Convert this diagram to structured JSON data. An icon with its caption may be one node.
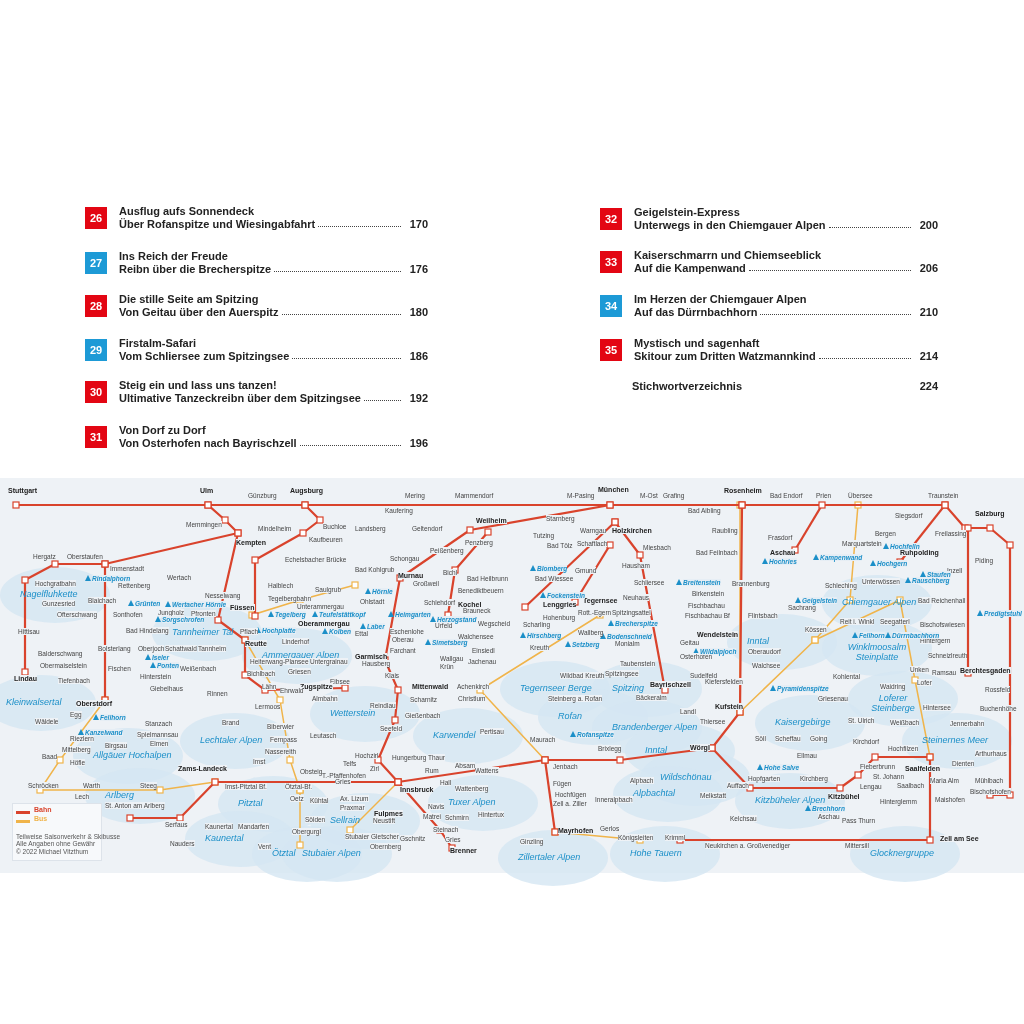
{
  "diagram": {
    "nodes": [
      {
        "text": [
          "26"
        ],
        "beside": [
          "Ausflug aufs Sonnendeck",
          "Über Rofanspitze und Wiesingabfahrt"
        ]
      },
      {
        "text": [
          "27"
        ],
        "beside": [
          "Ins Reich der Freude",
          "Reibn über die Brecherspitze"
        ]
      },
      {
        "text": [
          "28"
        ],
        "beside": [
          "Die stille Seite am Spitzing",
          "Von Geitau über den Auerspitz"
        ]
      },
      {
        "text": [
          "29"
        ],
        "beside": [
          "Firstalm-Safari",
          "Vom Schliersee zum Spitzingsee"
        ]
      },
      {
        "text": [
          "30"
        ],
        "beside": [
          "Steig ein und lass uns tanzen!",
          "Ultimative Tanzeckreibn über dem Spitzingsee"
        ]
      },
      {
        "text": [
          "31"
        ],
        "beside": [
          "Von Dorf zu Dorf",
          "Von Osterhofen nach Bayrischzell"
        ]
      },
      {
        "text": [
          "32"
        ],
        "beside": [
          "Geigelstein-Express",
          "Unterwegs in den Chiemgauer Alpen"
        ]
      },
      {
        "text": [
          "33"
        ],
        "beside": [
          "Kaiserschmarrn und Chiemseeblick",
          "Auf die Kampenwand"
        ]
      },
      {
        "text": [
          "34"
        ],
        "beside": [
          "Im Herzen der Chiemgauer Alpen",
          "Auf das Dürrnbachhorn"
        ]
      },
      {
        "text": [
          "35"
        ],
        "beside": [
          "Mystisch und sagenhaft",
          "Skitour zum Dritten Watzmannkind"
        ]
      }
    ],
    "labels": [
      "170",
      "176",
      "180",
      "186",
      "192",
      "196",
      "200",
      "206",
      "210",
      "214",
      "Stichwortverzeichnis",
      "224",
      "Stuttgart",
      "Ulm",
      "Günzburg",
      "Augsburg",
      "Mering",
      "Mammendorf",
      "M-Pasing",
      "München",
      "M-Ost",
      "Grafing",
      "Rosenheim",
      "Bad Endorf",
      "Prien",
      "Übersee",
      "Traunstein",
      "Memmingen",
      "Mindelheim",
      "Buchloe",
      "Kaufering",
      "Landsberg",
      "Geltendorf",
      "Weilheim",
      "Starnberg",
      "Tutzing",
      "Bad Aibling",
      "Siegsdorf",
      "Salzburg",
      "Kempten",
      "Kaufbeuren",
      "Warngau",
      "Holzkirchen",
      "Schaftlach",
      "Raubling",
      "Bergen",
      "Freilassing",
      "Peißenberg",
      "Penzberg",
      "Schongau",
      "Bad Tölz",
      "Miesbach",
      "Bad Feilnbach",
      "Frasdorf",
      "Marquartstein",
      "Aschau",
      "Ruhpolding",
      "Hergatz",
      "Oberstaufen",
      "Immenstadt",
      "Echelsbacher Brücke",
      "Bad Kohlgrub",
      "Murnau",
      "Bichl",
      "Bad Heilbrunn",
      "Gmund",
      "Hausham",
      "Piding",
      "Inzell",
      "Hochgratbahn",
      "Nagelfluhkette",
      "Rettenberg",
      "Wertach",
      "Großweil",
      "Benediktbeuern",
      "Bad Wiessee",
      "Schliersee",
      "Halblech",
      "Tegelbergbahn",
      "Saulgrub",
      "Brannenburg",
      "Schleching",
      "Unterwössen",
      "Gunzesried",
      "Blaichach",
      "Nesselwang",
      "Unterammergau",
      "Schlehdorf",
      "Kochel",
      "Lenggries",
      "Tegernsee",
      "Neuhaus",
      "Birkenstein",
      "Chiemgauer Alpen",
      "Bad Reichenhall",
      "Füssen",
      "Pfronten",
      "Jungholz",
      "Ohlstadt",
      "Brauneck",
      "Hohenburg",
      "Rott.-Egern",
      "Spitzingsattel",
      "Fischbachau",
      "Sachrang",
      "Ofterschwang",
      "Sonthofen",
      "Oberammergau",
      "Fischbachau Bf",
      "Flintsbach",
      "Reit i. Winkl",
      "Seegatterl",
      "Bischofswiesen",
      "Urfeld",
      "Wegscheid",
      "Scharling",
      "Wallberg",
      "Ettal",
      "Eschenlohe",
      "Kössen",
      "Hittisau",
      "Bad Hindelang",
      "Tannheimer Tal",
      "Pflach",
      "Oberau",
      "Walchensee",
      "Wendelstein",
      "Hintergern",
      "Linderhof",
      "Reutte",
      "Monialm",
      "Inntal",
      "Geitau",
      "Winklmoosalm Steinplatte",
      "Einsiedl",
      "Kreuth",
      "Farchant",
      "Oberaudorf",
      "Ammergauer Alpen",
      "Balderschwang",
      "Bolsterlang",
      "Oberjoch",
      "Schattwald",
      "Tannheim",
      "Schneizlreuth",
      "Osterhofen",
      "Garmisch",
      "Wallgau",
      "Taubenstein",
      "Jachenau",
      "Heiterwang-Plansee",
      "Untergrainau",
      "Hausberg",
      "Obermaiselstein",
      "Walchsee",
      "Fischen",
      "Weißenbach",
      "Krün",
      "Unken",
      "Bichlbach",
      "Griesen",
      "Ramsau",
      "Berchtesgaden",
      "Spitzingsee",
      "Wildbad Kreuth",
      "Klais",
      "Sudelfeld",
      "Hinterstein",
      "Kohlental",
      "Lindau",
      "Tiefenbach",
      "Kiefersfelden",
      "Eibsee",
      "Zugspitze",
      "Mittenwald",
      "Achenkirch",
      "Tegernseer Berge",
      "Spitzing",
      "Bayrischzell",
      "Waidring",
      "Lofer",
      "Rossfeld",
      "Giebelhaus",
      "Lähn",
      "Ehrwald",
      "Almbahn",
      "Rinnen",
      "Christlum",
      "Steinberg a. Rofan",
      "Bäckeralm",
      "Griesenau",
      "Kleinwalsertal",
      "Oberstdorf",
      "Scharnitz",
      "Reindlau",
      "Hintersee",
      "Loferer Steinberge",
      "Buchenhöhe",
      "Kufstein",
      "Lermoos",
      "Wetterstein",
      "Landl",
      "Rofan",
      "Gießenbach",
      "Egg",
      "Wäldele",
      "Thiersee",
      "Kaisergebirge",
      "St. Ulrich",
      "Weißbach",
      "Brand",
      "Stanzach",
      "Jennerbahn",
      "Brandenberger Alpen",
      "Biberwier",
      "Seefeld",
      "Spielmannsau",
      "Pertisau",
      "Karwendel",
      "Leutasch",
      "Steinernes Meer",
      "Riezlern",
      "Lechtaler Alpen",
      "Söll",
      "Scheffau",
      "Going",
      "Maurach",
      "Fernpass",
      "Kirchdorf",
      "Elmen",
      "Birgsau",
      "Wörgl",
      "Brixlegg",
      "Inntal",
      "Hochfilzen",
      "Mittelberg",
      "Nassereith",
      "Arthurhaus",
      "Allgäuer Hochalpen",
      "Ellmau",
      "Baad",
      "Hochzirl",
      "Hungerburg",
      "Thaur",
      "Höfle",
      "Imst",
      "Dienten",
      "Telfs",
      "Absam",
      "Fieberbrunn",
      "Jenbach",
      "Saalfelden",
      "Zams-Landeck",
      "Rum",
      "Wattens",
      "Zirl",
      "Obsteig",
      "St. Johann",
      "T.-Pfaffenhofen",
      "Maria Alm",
      "Mühlbach",
      "Hopfgarten",
      "Kirchberg",
      "Alpbach",
      "Wildschönau",
      "Gries",
      "Hall",
      "Fügen",
      "Auffach",
      "Schröcken",
      "Warth",
      "Steeg",
      "Imst-Pitztal Bf.",
      "Ötztal-Bf.",
      "Lengau",
      "Saalbach",
      "Wattenberg",
      "Innsbruck",
      "Arlberg",
      "Bischofshofen",
      "Alpbachtal",
      "Hochfügen",
      "Kitzbühel",
      "Kitzbüheler Alpen",
      "Melkstatt",
      "Lech",
      "Oetz",
      "Kühtal",
      "Ax. Lizum",
      "Inneralpbach",
      "Maishofen",
      "Hinterglemm",
      "Pitztal",
      "Navis",
      "Tuxer Alpen",
      "Zell a. Ziller",
      "St. Anton am Arlberg",
      "Praxmar",
      "Hintertux",
      "Fulpmes",
      "Matrei",
      "Schmirn",
      "Sellrain",
      "Kelchsau",
      "Aschau",
      "Sölden",
      "Neustift",
      "Pass Thurn",
      "Serfaus",
      "Kaunertal",
      "Mandarfen",
      "Steinach",
      "Gerlos",
      "Mayrhofen",
      "Obergurgl",
      "Stubaier Gletscher",
      "Gschnitz",
      "Gries",
      "Kaunertal",
      "Königsleiten",
      "Krimml",
      "Zell am See",
      "Nauders",
      "Ginzling",
      "Neukirchen a. Großvenediger",
      "Mittersill",
      "Vent",
      "Obernberg",
      "Brenner",
      "Ötztal",
      "Stubaier Alpen",
      "Hohe Tauern",
      "Glocknergruppe",
      "Zillertaler Alpen",
      "Rindalphorn",
      "Grünten",
      "Wertacher Hörnle",
      "Sorgschrofen",
      "Tegelberg",
      "Teufelstättkopf",
      "Hochplatte",
      "Kolben",
      "Iseler",
      "Ponten",
      "Hörnle",
      "Heimgarten",
      "Herzogstand",
      "Laber",
      "Simetsberg",
      "Blomberg",
      "Fockenstein",
      "Hirschberg",
      "Setzberg",
      "Bodenschneid",
      "Brecherspitze",
      "Breitenstein",
      "Hochries",
      "Kampenwand",
      "Hochfelln",
      "Hochgern",
      "Geigelstein",
      "Rauschberg",
      "Staufen",
      "Fellhorn",
      "Dürrnbachhorn",
      "Predigtstuhl",
      "Wildalpjoch",
      "Fellhorn",
      "Kanzelwand",
      "Pyramidenspitze",
      "Hohe Salve",
      "Brechhorn",
      "Rofanspitze",
      "Teilweise Saisonverkehr & Skibusse",
      "Alle Angaben ohne Gewähr",
      "© 2022 Michael Vitzthum"
    ],
    "legend": [
      {
        "text": "Bahn",
        "color": "#d9432c"
      },
      {
        "text": "Bus",
        "color": "#f0b44a"
      }
    ]
  }
}
